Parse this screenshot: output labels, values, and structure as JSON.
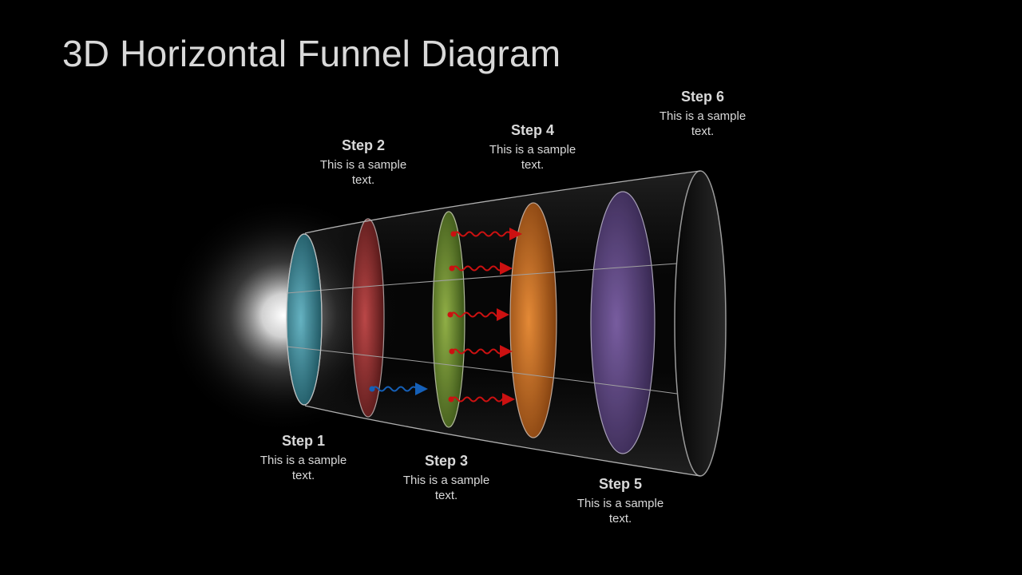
{
  "title": "3D Horizontal Funnel Diagram",
  "steps": [
    {
      "label": "Step 1",
      "text": "This is a sample text.",
      "color": "#3f8a9a"
    },
    {
      "label": "Step 2",
      "text": "This is a sample text.",
      "color": "#a23a3a"
    },
    {
      "label": "Step 3",
      "text": "This is a sample text.",
      "color": "#7a9a3a"
    },
    {
      "label": "Step 4",
      "text": "This is a sample text.",
      "color": "#d8772a"
    },
    {
      "label": "Step 5",
      "text": "This is a sample text.",
      "color": "#6a4f88"
    },
    {
      "label": "Step 6",
      "text": "This is a sample text.",
      "color": "#1a1a1a"
    }
  ],
  "arrows": {
    "red_color": "#cc1111",
    "blue_color": "#1560b8"
  }
}
